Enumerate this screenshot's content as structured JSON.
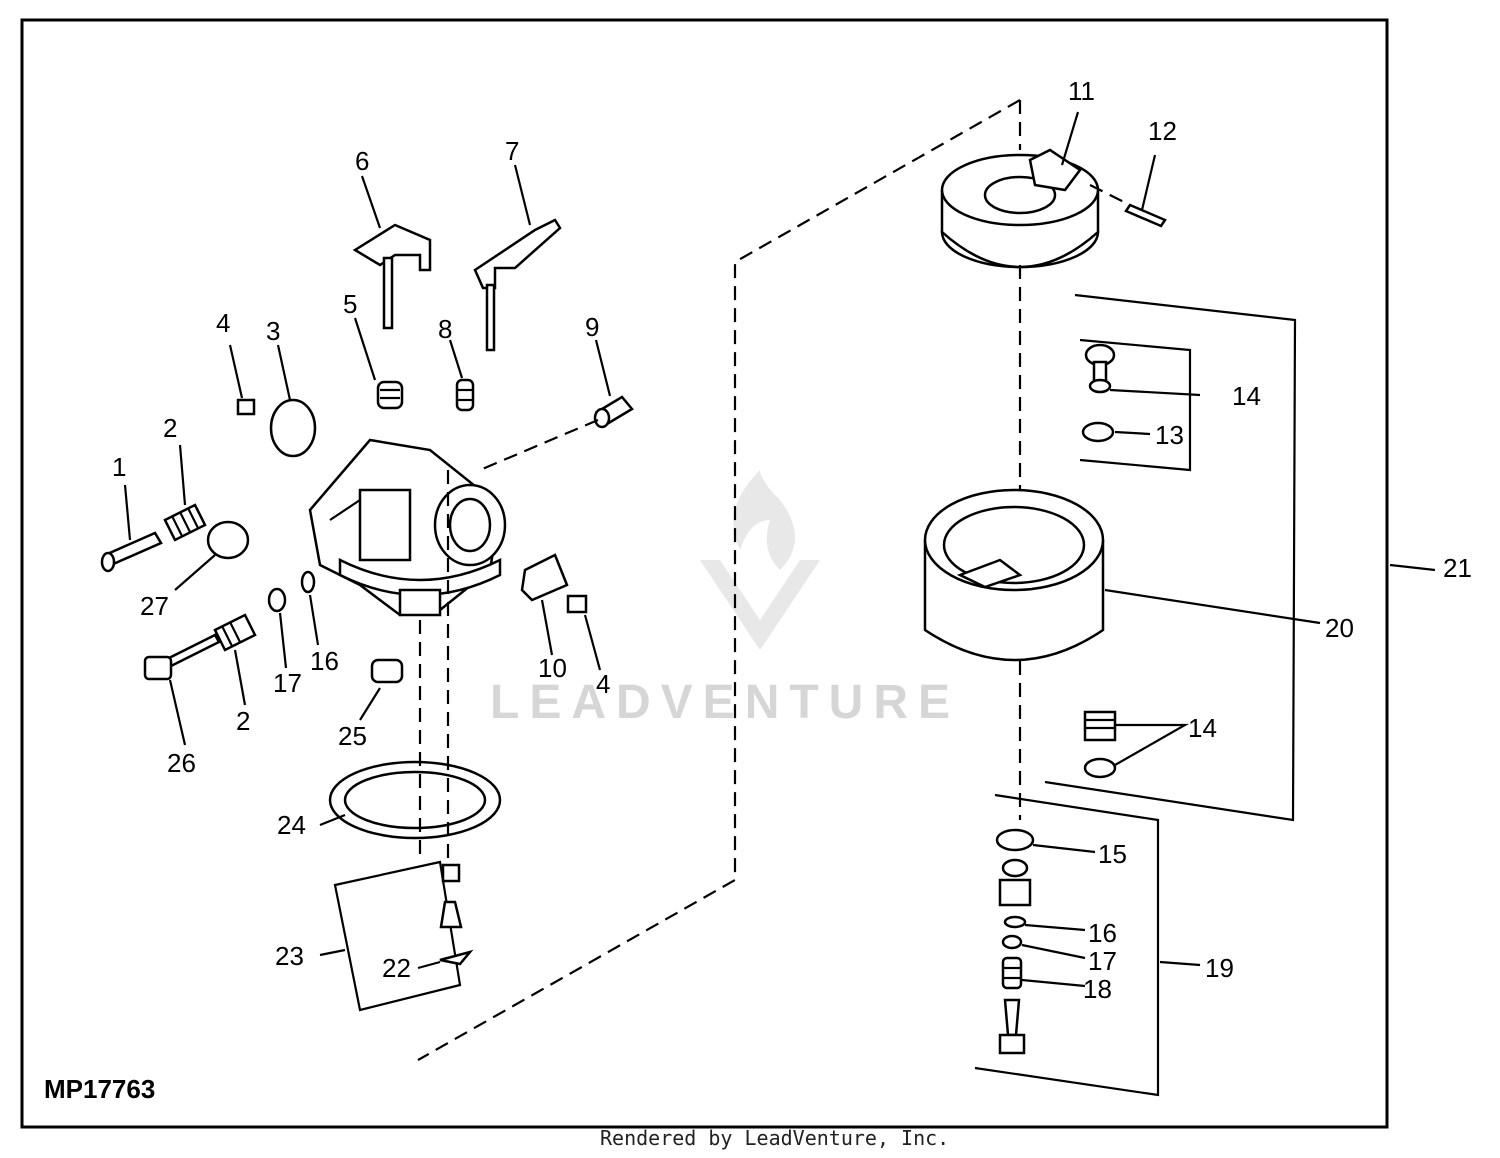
{
  "diagram": {
    "reference_code": "MP17763",
    "footer": "Rendered by LeadVenture, Inc.",
    "watermark": "LEADVENTURE",
    "callouts": {
      "c1": "1",
      "c2a": "2",
      "c2b": "2",
      "c3": "3",
      "c4a": "4",
      "c4b": "4",
      "c5": "5",
      "c6": "6",
      "c7": "7",
      "c8": "8",
      "c9": "9",
      "c10": "10",
      "c11": "11",
      "c12": "12",
      "c13": "13",
      "c14a": "14",
      "c14b": "14",
      "c15": "15",
      "c16a": "16",
      "c16b": "16",
      "c17a": "17",
      "c17b": "17",
      "c18": "18",
      "c19": "19",
      "c20": "20",
      "c21": "21",
      "c22": "22",
      "c23": "23",
      "c24": "24",
      "c25": "25",
      "c26": "26",
      "c27": "27"
    }
  }
}
